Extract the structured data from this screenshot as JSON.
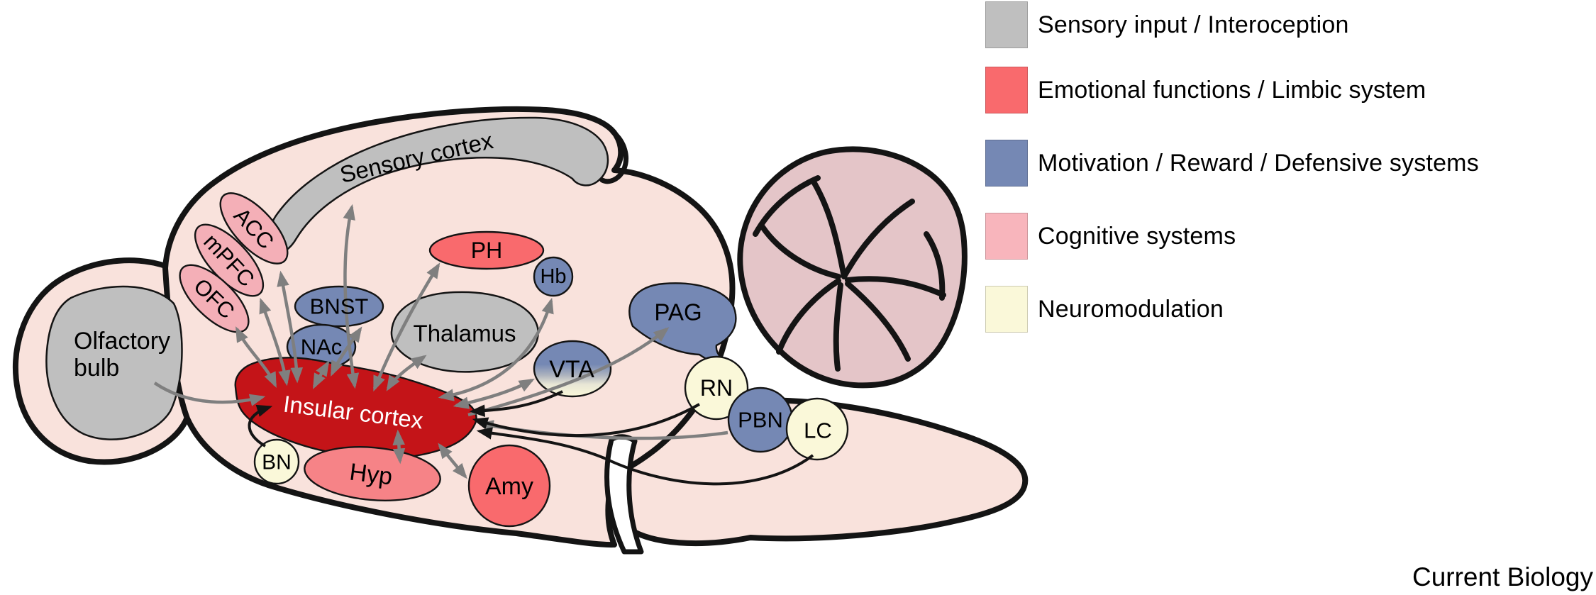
{
  "figure": {
    "footer": "Current Biology"
  },
  "legend": {
    "items": [
      {
        "label": "Sensory input / Interoception",
        "color": "#BFBFBF"
      },
      {
        "label": "Emotional functions / Limbic system",
        "color": "#F96A6D"
      },
      {
        "label": "Motivation / Reward / Defensive systems",
        "color": "#7588B4"
      },
      {
        "label": "Cognitive systems",
        "color": "#F8B5BC"
      },
      {
        "label": "Neuromodulation",
        "color": "#FAF8D9"
      }
    ]
  },
  "regions": {
    "sensory_cortex": "Sensory cortex",
    "olfactory_bulb_line1": "Olfactory",
    "olfactory_bulb_line2": "bulb",
    "acc": "ACC",
    "mpfc": "mPFC",
    "ofc": "OFC",
    "bnst": "BNST",
    "nac": "NAc",
    "thalamus": "Thalamus",
    "ph": "PH",
    "hb": "Hb",
    "pag": "PAG",
    "vta": "VTA",
    "rn": "RN",
    "pbn": "PBN",
    "lc": "LC",
    "bn": "BN",
    "hyp": "Hyp",
    "amy": "Amy",
    "insular_cortex": "Insular cortex"
  },
  "colors": {
    "sensory_gray": "#BFBFBF",
    "emotional_red": "#F96A6D",
    "motivation_blue": "#7588B4",
    "cognitive_pink": "#F4AFB7",
    "neuromodulation_yellow": "#FAF8D9",
    "insular_red": "#C41418",
    "hyp_salmon": "#F68387",
    "brain_pink": "#F9E2DC",
    "cerebellum_pink": "#E4C5C8",
    "outline_black": "#141414",
    "arrow_gray": "#7F7F7F",
    "insular_text": "#FFFFFF"
  }
}
